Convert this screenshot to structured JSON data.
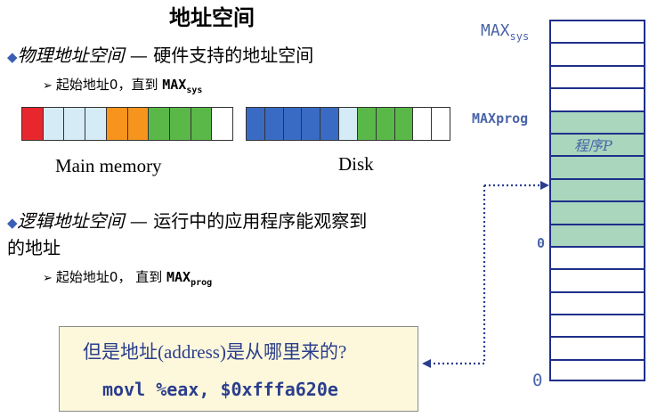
{
  "title": "地址空间",
  "physical": {
    "heading": "物理地址空间",
    "dash": " — ",
    "desc": "硬件支持的地址空间",
    "sub_prefix": "起始地址0，直到 ",
    "sub_max": "MAX",
    "sub_max_sub": "sys"
  },
  "logical": {
    "heading": "逻辑地址空间",
    "dash": " — ",
    "desc_line1": "运行中的应用程序能观察到",
    "desc_line2": "的地址",
    "sub_prefix": "起始地址0， 直到 ",
    "sub_max": "MAX",
    "sub_max_sub": "prog"
  },
  "main_memory": {
    "caption": "Main memory",
    "cells": [
      "#e8262e",
      "#d5ebf5",
      "#d5ebf5",
      "#d5ebf5",
      "#f7941d",
      "#f7941d",
      "#5ab848",
      "#5ab848",
      "#5ab848",
      "#ffffff"
    ]
  },
  "disk": {
    "caption": "Disk",
    "cells": [
      "#3a6bc4",
      "#3a6bc4",
      "#3a6bc4",
      "#3a6bc4",
      "#3a6bc4",
      "#d5ebf5",
      "#5ab848",
      "#5ab848",
      "#5ab848",
      "#ffffff",
      "#ffffff"
    ]
  },
  "stack": {
    "max_sys_label": "MAX",
    "max_sys_sub": "sys",
    "max_prog_label": "MAXprog",
    "prog_label": "程序P",
    "zero_prog_label": "0",
    "zero_label": "0",
    "cells": [
      "white",
      "white",
      "white",
      "white",
      "prog",
      "prog",
      "prog",
      "prog",
      "prog",
      "prog",
      "white",
      "white",
      "white",
      "white",
      "white",
      "white"
    ]
  },
  "question_box": {
    "question": "但是地址(address)是从哪里来的?",
    "code": "movl %eax, $0xfffa620e"
  },
  "colors": {
    "arrow": "#2a3d8f",
    "stack_border": "#1e2f8a",
    "prog_fill": "#a9d6bd"
  }
}
